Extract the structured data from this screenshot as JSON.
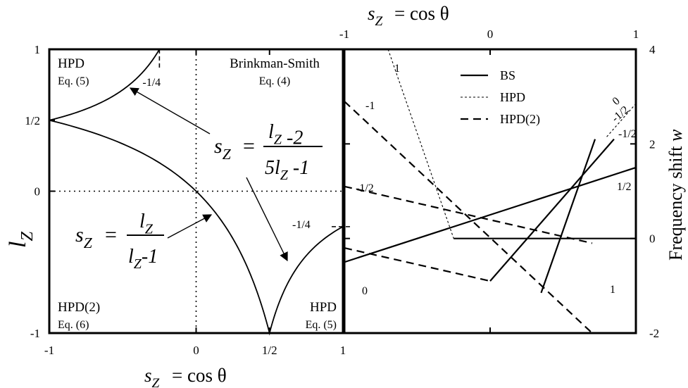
{
  "chart_data": [
    {
      "type": "line",
      "panel": "left",
      "xlabel": "s_Z = cos θ",
      "ylabel": "l_Z",
      "xlim": [
        -1,
        1
      ],
      "ylim": [
        -1,
        1
      ],
      "x_ticks": [
        {
          "value": -1,
          "label": "-1"
        },
        {
          "value": 0,
          "label": "0"
        },
        {
          "value": 0.5,
          "label": "1/2"
        },
        {
          "value": 1,
          "label": "1"
        }
      ],
      "y_ticks": [
        {
          "value": -1,
          "label": "-1"
        },
        {
          "value": 0,
          "label": "0"
        },
        {
          "value": 0.5,
          "label": "1/2"
        },
        {
          "value": 1,
          "label": "1"
        }
      ],
      "region_labels": [
        {
          "name": "HPD",
          "eq": "Eq. (5)",
          "corner": "top-left"
        },
        {
          "name": "Brinkman-Smith",
          "eq": "Eq. (4)",
          "corner": "top-right"
        },
        {
          "name": "HPD(2)",
          "eq": "Eq. (6)",
          "corner": "bottom-left"
        },
        {
          "name": "HPD",
          "eq": "Eq. (5)",
          "corner": "bottom-right"
        }
      ],
      "equations": [
        {
          "id": "upper",
          "formula": "s_Z = (l_Z - 2) / (5 l_Z - 1)",
          "applies_to": [
            0.5,
            1
          ]
        },
        {
          "id": "lower",
          "formula": "s_Z = l_Z / (l_Z - 1)",
          "applies_to": [
            -1,
            0.5
          ]
        }
      ],
      "series": [
        {
          "name": "upper",
          "x": [
            -1,
            -0.75,
            -0.5,
            -0.36364,
            -0.25
          ],
          "y": [
            0.5,
            0.6111,
            0.7778,
            0.9,
            1.0
          ]
        },
        {
          "name": "lower",
          "x": [
            -1,
            -0.75,
            -0.5,
            -0.25,
            0,
            0.2,
            0.4,
            0.5,
            0.6,
            0.8,
            1.0
          ],
          "y": [
            0.5,
            0.4286,
            0.3333,
            0.2,
            0,
            -0.25,
            -0.6667,
            -1.0,
            -0.75,
            -0.4444,
            -0.25
          ]
        }
      ],
      "markers": [
        {
          "label": "-1/4",
          "s": -0.25,
          "l": 1
        },
        {
          "label": "-1/4",
          "s": 1,
          "l": -0.25
        }
      ],
      "gridlines": {
        "x0": true,
        "y0": true,
        "style": "dotted"
      }
    },
    {
      "type": "line",
      "panel": "right",
      "xlabel": "s_Z = cos θ",
      "ylabel": "Frequency shift w",
      "xlim": [
        -1,
        1
      ],
      "ylim": [
        -2,
        4
      ],
      "x_ticks": [
        {
          "value": -1,
          "label": "-1"
        },
        {
          "value": 0,
          "label": "0"
        },
        {
          "value": 1,
          "label": "1"
        }
      ],
      "y_ticks": [
        {
          "value": -2,
          "label": "-2"
        },
        {
          "value": 0,
          "label": "0"
        },
        {
          "value": 2,
          "label": "2"
        },
        {
          "value": 4,
          "label": "4"
        }
      ],
      "legend_position": "top-right",
      "legend": [
        {
          "label": "BS",
          "style": "solid"
        },
        {
          "label": "HPD",
          "style": "dotted"
        },
        {
          "label": "HPD(2)",
          "style": "dashed"
        }
      ],
      "series": [
        {
          "name": "BS",
          "curve_label": "1",
          "x": [
            -0.25,
            1
          ],
          "y": [
            0,
            0
          ]
        },
        {
          "name": "BS",
          "curve_label": "1/2",
          "x": [
            -1,
            1
          ],
          "y": [
            -0.5,
            1.5
          ]
        },
        {
          "name": "BS",
          "curve_label": "0",
          "x": [
            0,
            0.85
          ],
          "y": [
            -0.9,
            2.1
          ]
        },
        {
          "name": "BS",
          "curve_label": "-1/2",
          "x": [
            0.35,
            0.72
          ],
          "y": [
            -1.15,
            2.1
          ]
        },
        {
          "name": "HPD",
          "curve_label": "1",
          "x": [
            -0.7,
            -0.25
          ],
          "y": [
            4,
            0
          ]
        },
        {
          "name": "HPD",
          "curve_label": "-1/2",
          "x": [
            0.8,
            1
          ],
          "y": [
            2.15,
            2.85
          ]
        },
        {
          "name": "HPD(2)",
          "curve_label": "-1",
          "x": [
            -1,
            0.7
          ],
          "y": [
            2.9,
            -2
          ]
        },
        {
          "name": "HPD(2)",
          "curve_label": "-1/2",
          "x": [
            -1,
            0.7
          ],
          "y": [
            1.1,
            -0.1
          ]
        },
        {
          "name": "HPD(2)",
          "curve_label": "0",
          "x": [
            -1,
            0
          ],
          "y": [
            -0.2,
            -0.9
          ]
        }
      ]
    }
  ]
}
